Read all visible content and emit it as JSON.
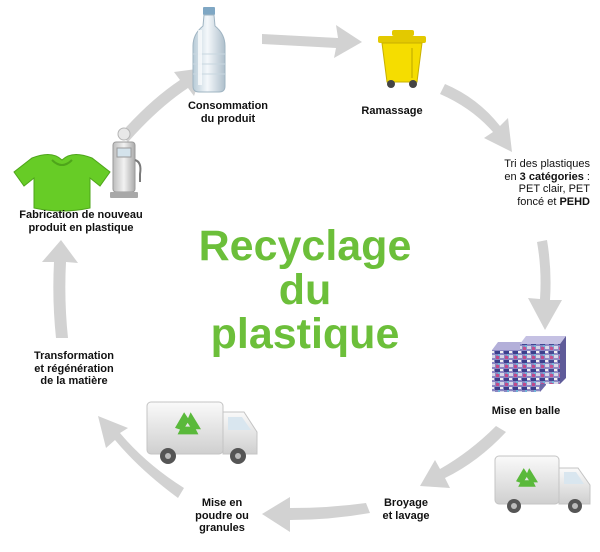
{
  "title": {
    "line1": "Recyclage",
    "line2": "du",
    "line3": "plastique"
  },
  "steps": {
    "consommation": {
      "line1": "Consommation",
      "line2": "du produit"
    },
    "ramassage": {
      "label": "Ramassage"
    },
    "tri": {
      "line1": "Tri des plastiques",
      "line2_prefix": "en ",
      "line2_bold": "3 catégories",
      "line2_suffix": " :",
      "line3": "PET clair, PET",
      "line4_prefix": "foncé et ",
      "line4_bold": "PEHD"
    },
    "mise_en_balle": {
      "label": "Mise en balle"
    },
    "broyage": {
      "line1": "Broyage",
      "line2": "et lavage"
    },
    "mise_en_poudre": {
      "line1": "Mise en",
      "line2": "poudre ou",
      "line3": "granules"
    },
    "transformation": {
      "line1": "Transformation",
      "line2": "et régénération",
      "line3": "de la matière"
    },
    "fabrication": {
      "line1": "Fabrication de nouveau",
      "line2": "produit en plastique"
    }
  },
  "colors": {
    "title_green": "#6cbf3a",
    "arrow_gray": "#d2d2d2",
    "bin_yellow": "#f5dd00",
    "shirt_green": "#67cc26",
    "recycle_green": "#5ab93b",
    "truck_gray": "#e6e6e6"
  },
  "icons": [
    "bottle-icon",
    "bin-icon",
    "bales-icon",
    "truck-icon",
    "fuel-pump-icon",
    "shirt-icon",
    "recycle-icon"
  ]
}
